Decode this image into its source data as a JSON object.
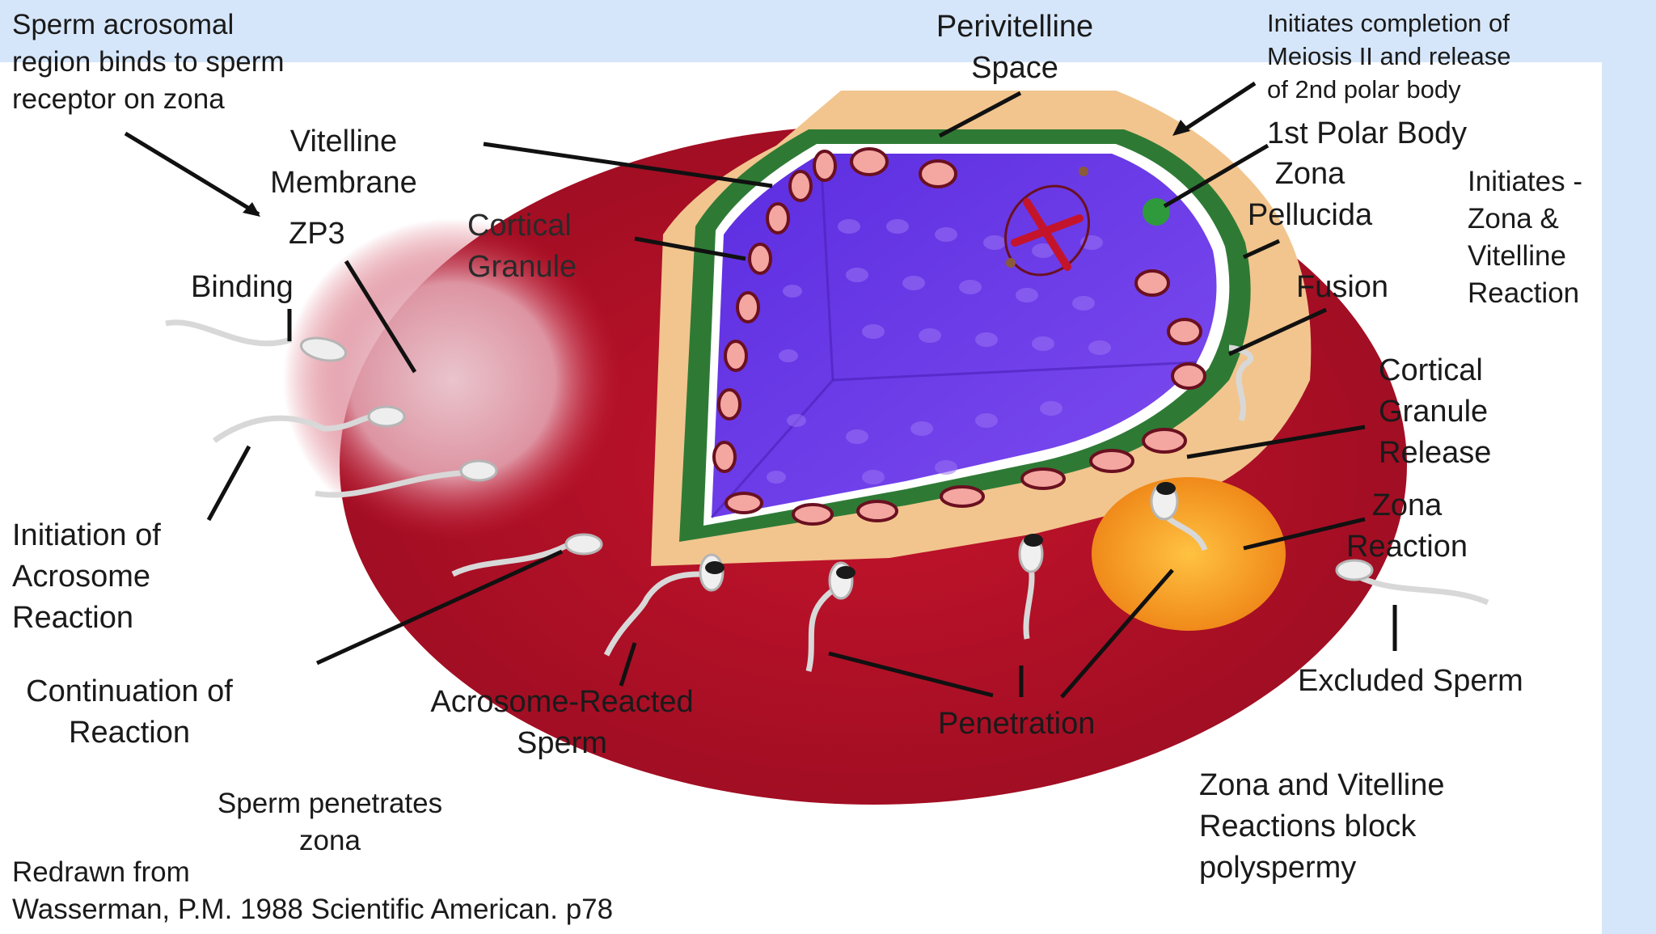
{
  "labels": {
    "sperm_acrosomal": [
      "Sperm acrosomal",
      "region binds to sperm",
      "receptor on zona"
    ],
    "perivitelline_space": [
      "Perivitelline",
      "Space"
    ],
    "meiosis": [
      "Initiates completion of",
      "Meiosis II and release",
      "of 2nd polar body"
    ],
    "polar_body": "1st Polar Body",
    "zona_pellucida": [
      "Zona",
      "Pellucida"
    ],
    "initiates_reaction": [
      "Initiates -",
      "Zona &",
      "Vitelline",
      "Reaction"
    ],
    "vitelline_membrane": [
      "Vitelline",
      "Membrane"
    ],
    "zp3": "ZP3",
    "cortical_granule": [
      "Cortical",
      "Granule"
    ],
    "binding": "Binding",
    "fusion": "Fusion",
    "cortical_granule_release": [
      "Cortical",
      "Granule",
      "Release"
    ],
    "initiation_acrosome": [
      "Initiation of",
      "Acrosome",
      "Reaction"
    ],
    "zona_reaction": [
      "Zona",
      "Reaction"
    ],
    "excluded_sperm": "Excluded Sperm",
    "continuation": [
      "Continuation of",
      "Reaction"
    ],
    "acrosome_reacted": [
      "Acrosome-Reacted",
      "Sperm"
    ],
    "penetration": "Penetration",
    "zona_vitelline_block": [
      "Zona and Vitelline",
      "Reactions block",
      "polyspermy"
    ],
    "sperm_penetrates": [
      "Sperm penetrates",
      "zona"
    ],
    "redrawn": [
      "Redrawn from",
      "Wasserman, P.M. 1988 Scientific American. p78"
    ]
  },
  "colors": {
    "background_band": "#d6e6fa",
    "zona_red": "#b8132a",
    "perivitelline_tan": "#f2c58e",
    "vitelline_green": "#2e7a35",
    "cytoplasm_purple": "#6a3be8",
    "cortical_granule_pink": "#f4a6a0",
    "zona_reaction_orange": "#f5a623",
    "polar_body_green": "#2e9a3c",
    "label_text": "#1a1a1a"
  }
}
